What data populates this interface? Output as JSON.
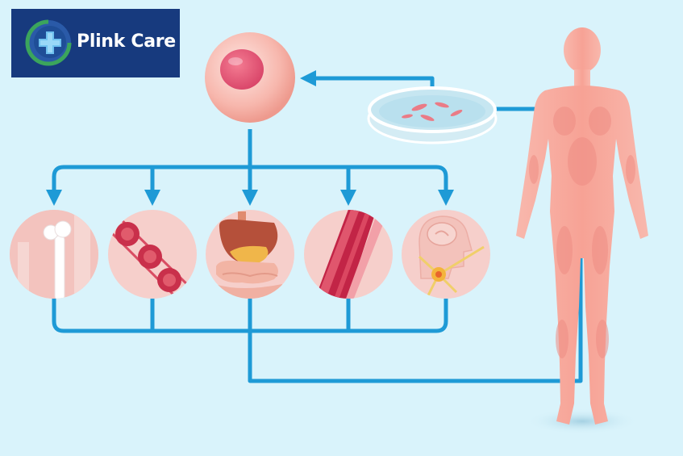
{
  "brand": {
    "name": "Plink Care",
    "logo_icon": "medical-cross-icon"
  },
  "diagram": {
    "source": "human-body",
    "steps": [
      "body-to-culture-dish",
      "culture-dish-to-stem-cell",
      "stem-cell-differentiation",
      "cells-to-body"
    ],
    "cell_types": [
      {
        "icon": "bone-icon"
      },
      {
        "icon": "blood-cells-icon"
      },
      {
        "icon": "digestive-organs-icon"
      },
      {
        "icon": "muscle-fiber-icon"
      },
      {
        "icon": "neuron-icon"
      }
    ]
  },
  "colors": {
    "background": "#d9f3fb",
    "arrow": "#1e9ad6",
    "logo_bg": "#173a7e",
    "body": "#f5a79b",
    "circle_bg": "#f6cfcb"
  }
}
